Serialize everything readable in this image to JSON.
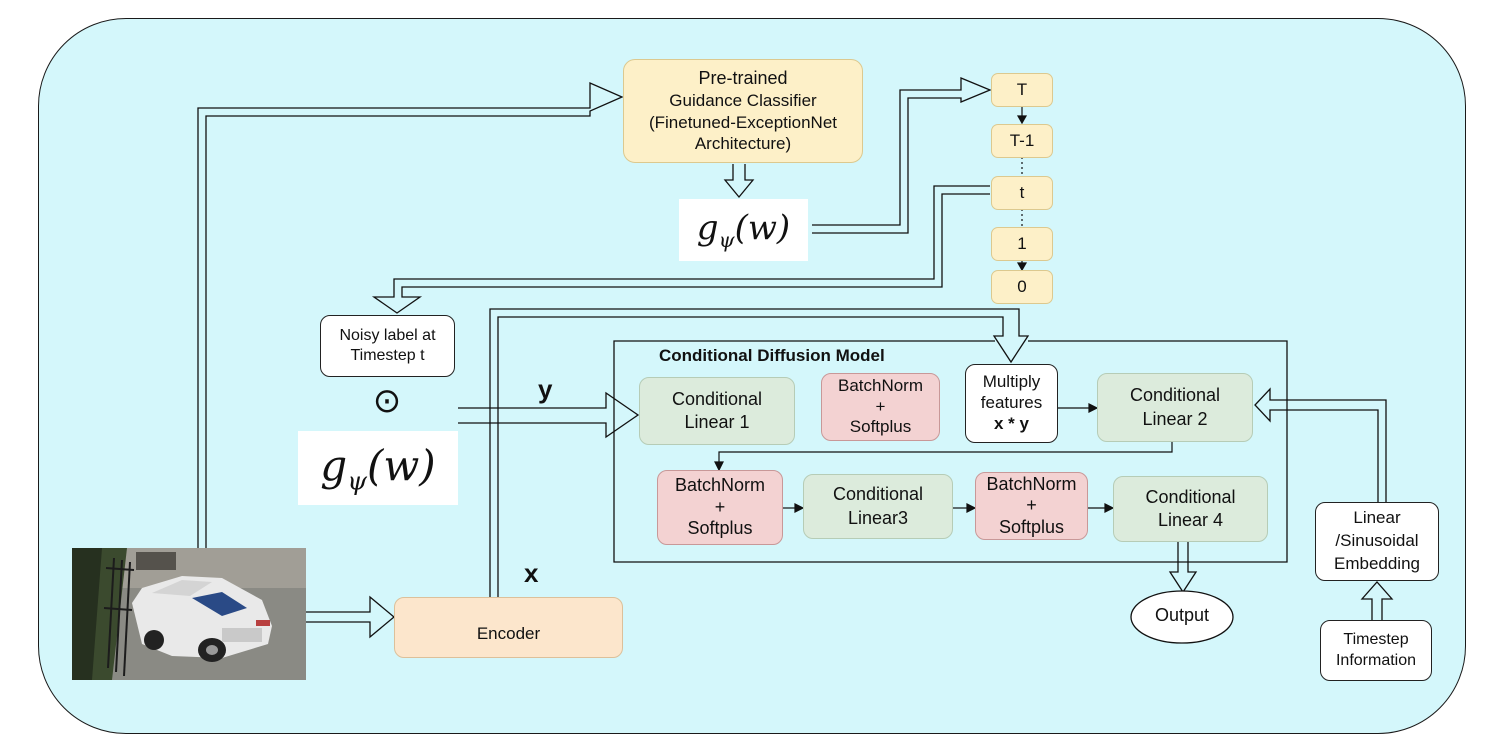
{
  "classifier": {
    "line1": "Pre-trained",
    "line2": "Guidance Classifier",
    "line3": "(Finetuned-ExceptionNet",
    "line4": "Architecture)"
  },
  "guidance_function": "gψ(w)",
  "timesteps": [
    "T",
    "T-1",
    "t",
    "1",
    "0"
  ],
  "noisy_label": {
    "line1": "Noisy label at",
    "line2": "Timestep t"
  },
  "odot_symbol": "⊙",
  "cdm": {
    "title": "Conditional Diffusion Model",
    "conditional_linear_1": {
      "line1": "Conditional",
      "line2": "Linear 1"
    },
    "batchnorm_softplus": {
      "line1": "BatchNorm",
      "line2": "+",
      "line3": "Softplus"
    },
    "multiply": {
      "line1": "Multiply",
      "line2": "features",
      "line3": "x * y"
    },
    "conditional_linear_2": {
      "line1": "Conditional",
      "line2": "Linear 2"
    },
    "conditional_linear_3": {
      "line1": "Conditional",
      "line2": "Linear3"
    },
    "conditional_linear_4": {
      "line1": "Conditional",
      "line2": "Linear 4"
    }
  },
  "y_label": "y",
  "x_label": "x",
  "encoder": "Encoder",
  "output": "Output",
  "embedding": {
    "line1": "Linear",
    "line2": "/Sinusoidal",
    "line3": "Embedding"
  },
  "timestep_info": {
    "line1": "Timestep",
    "line2": "Information"
  },
  "colors": {
    "background_panel": "#d4f7fb",
    "classifier_fill": "#fdf0c8",
    "linear_fill": "#dcebdc",
    "norm_fill": "#f3d2d2",
    "encoder_fill": "#fce6cc"
  }
}
